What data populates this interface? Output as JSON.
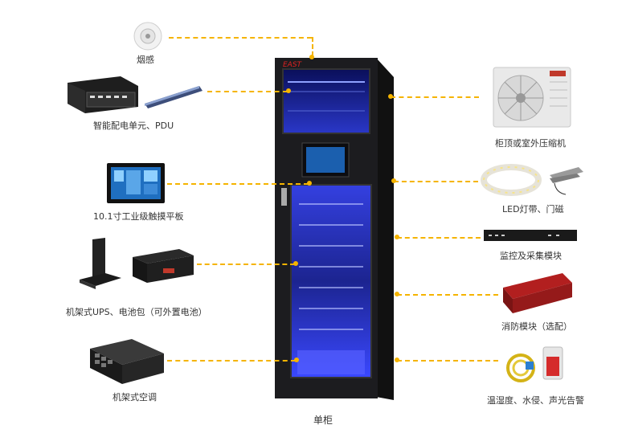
{
  "left_items": [
    {
      "label": "烟感",
      "icon": "smoke-detector-icon"
    },
    {
      "label": "智能配电单元、PDU",
      "icon": "pdu-icon"
    },
    {
      "label": "10.1寸工业级触摸平板",
      "icon": "touch-panel-icon"
    },
    {
      "label": "机架式UPS、电池包（可外置电池）",
      "icon": "ups-icon"
    },
    {
      "label": "机架式空调",
      "icon": "rack-aircon-icon"
    }
  ],
  "right_items": [
    {
      "label": "柜顶或室外压缩机",
      "icon": "compressor-icon"
    },
    {
      "label": "LED灯带、门磁",
      "icon": "led-strip-icon"
    },
    {
      "label": "监控及采集模块",
      "icon": "monitor-module-icon"
    },
    {
      "label": "消防模块（选配）",
      "icon": "fire-module-icon"
    },
    {
      "label": "温湿度、水侵、声光告警",
      "icon": "sensor-alarm-icon"
    }
  ],
  "center": {
    "caption": "单柜",
    "brand": "EAST"
  },
  "colors": {
    "connector": "#f5b400",
    "cabinet": "#1b1b1d",
    "glow": "#3c46ff"
  }
}
